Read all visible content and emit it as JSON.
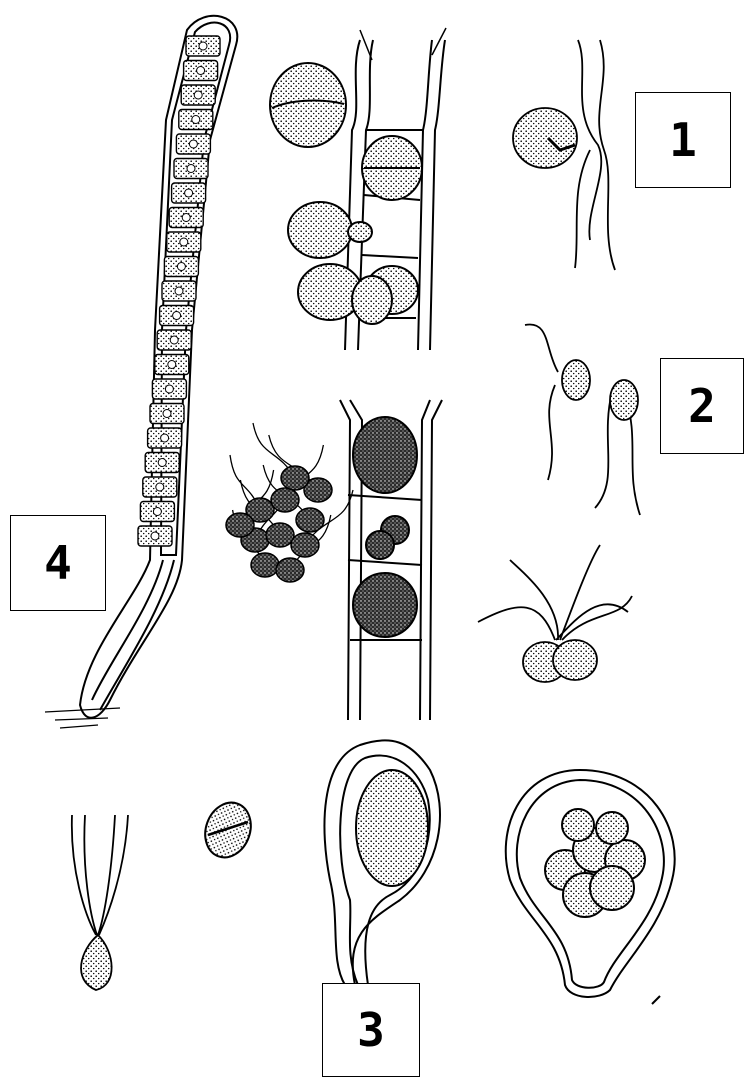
{
  "labels": {
    "one": "1",
    "two": "2",
    "three": "3",
    "four": "4"
  },
  "colors": {
    "ink": "#000000",
    "paper": "#ffffff",
    "stipple": "#d9d9d9",
    "dark_stipple": "#555555"
  }
}
